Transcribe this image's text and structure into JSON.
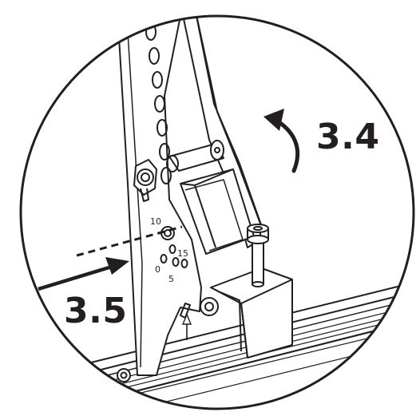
{
  "labels": {
    "step_a": "3.4",
    "step_b": "3.5"
  },
  "scale_marks": {
    "mark_10": "10",
    "mark_15": "15",
    "mark_0": "0",
    "mark_5": "5"
  },
  "colors": {
    "line": "#231f20",
    "background": "#ffffff"
  },
  "icons": {
    "rotate_arrow": "curved-arrow-counterclockwise-icon",
    "push_arrow": "straight-arrow-icon",
    "up_arrow": "small-up-arrow-icon"
  }
}
